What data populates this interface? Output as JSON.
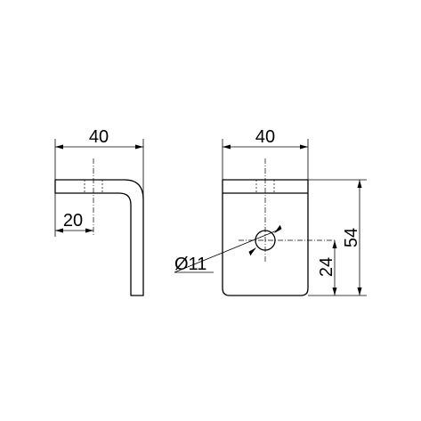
{
  "side_view": {
    "width_dim": "40",
    "offset_dim": "20"
  },
  "front_view": {
    "width_dim": "40",
    "height_dim": "54",
    "hole_height_dim": "24",
    "hole_diameter_dim": "Ø11"
  }
}
